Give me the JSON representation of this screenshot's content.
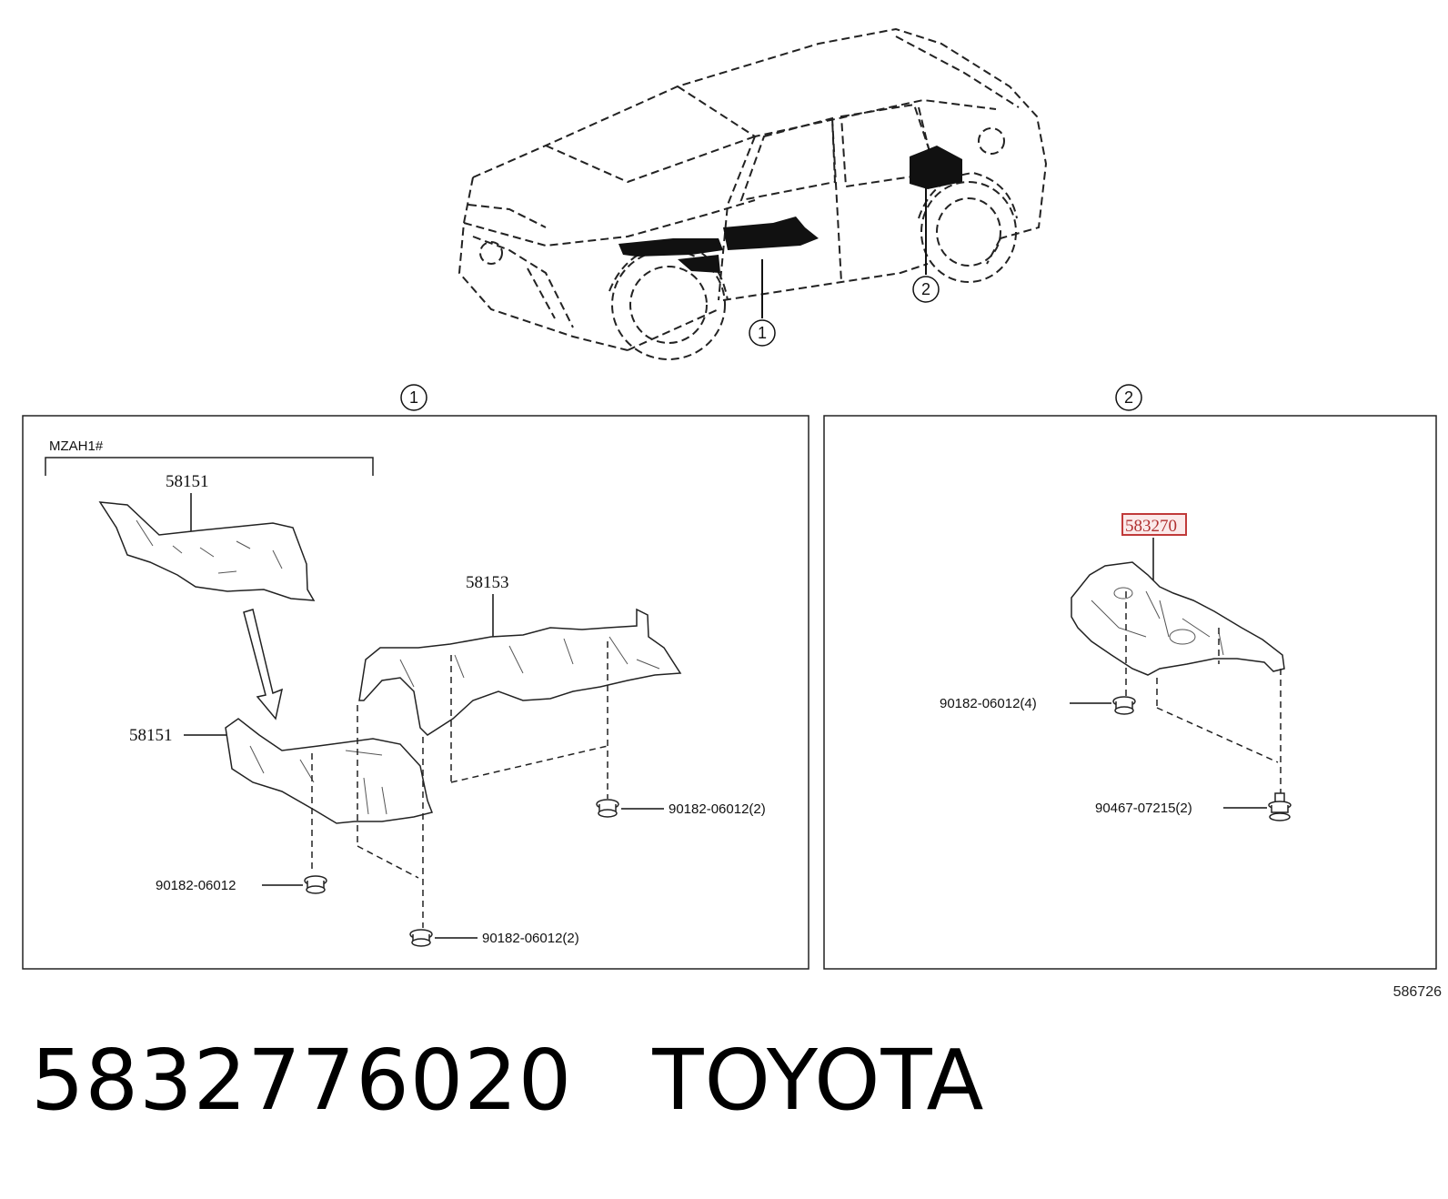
{
  "callouts": {
    "one": "1",
    "two": "2"
  },
  "panel1": {
    "model_code": "MZAH1#",
    "parts": {
      "upper_58151": "58151",
      "lower_58151": "58151",
      "p58153": "58153",
      "bolt_single": "90182-06012",
      "bolt_bottom": "90182-06012(2)",
      "bolt_right": "90182-06012(2)"
    }
  },
  "panel2": {
    "highlighted_part": "583270",
    "parts": {
      "bolt_4": "90182-06012(4)",
      "clip_2": "90467-07215(2)"
    }
  },
  "reference_number": "586726",
  "footer": {
    "part_number": "5832776020",
    "brand": "TOYOTA"
  }
}
